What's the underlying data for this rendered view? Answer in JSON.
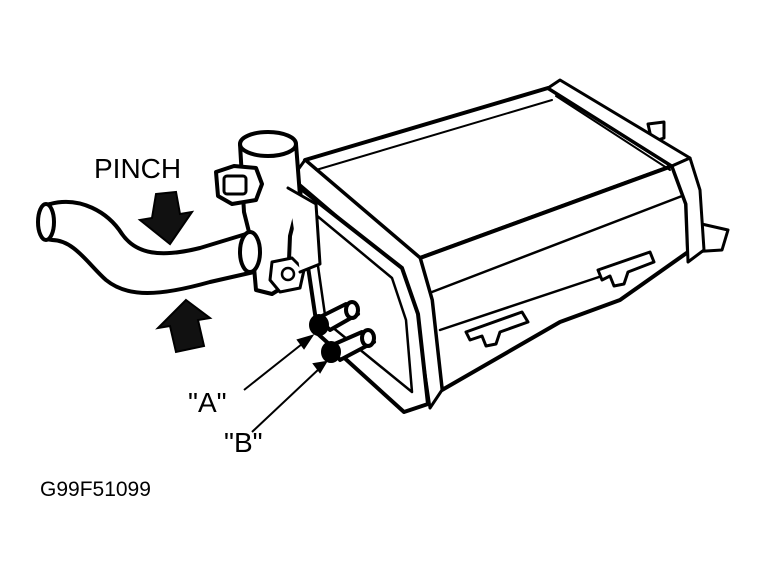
{
  "labels": {
    "pinch": "PINCH",
    "port_a": "\"A\"",
    "port_b": "\"B\"",
    "figure_code": "G99F51099"
  },
  "colors": {
    "ink": "#000000",
    "paper": "#ffffff",
    "shade": "#111111"
  },
  "icons": {
    "arrow_down": "pinch-arrow-down-icon",
    "arrow_up": "pinch-arrow-up-icon"
  }
}
